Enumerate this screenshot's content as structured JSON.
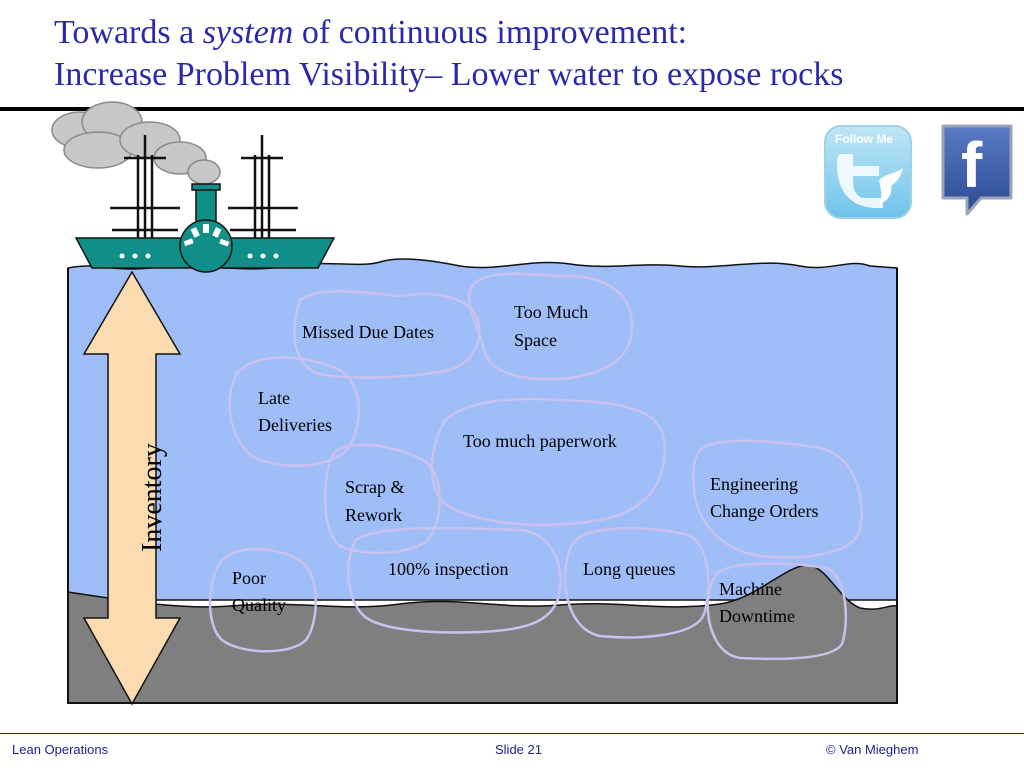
{
  "title": {
    "line1_pre": "Towards a ",
    "line1_em": "system",
    "line1_post": " of continuous improvement:",
    "line2": "Increase Problem Visibility– Lower water to expose rocks"
  },
  "diagram": {
    "inventory_label": "Inventory",
    "rocks": {
      "missed_due_dates": "Missed Due Dates",
      "too_much_space_1": "Too Much",
      "too_much_space_2": "Space",
      "late_deliveries_1": "Late",
      "late_deliveries_2": "Deliveries",
      "too_much_paperwork": "Too much paperwork",
      "scrap_rework_1": "Scrap &",
      "scrap_rework_2": "Rework",
      "engineering_1": "Engineering",
      "engineering_2": "Change Orders",
      "inspection": "100% inspection",
      "long_queues": "Long queues",
      "poor_quality_1": "Poor",
      "poor_quality_2": "Quality",
      "machine_downtime_1": "Machine",
      "machine_downtime_2": "Downtime"
    },
    "colors": {
      "water": "#9fbdf7",
      "ground": "#7f7f7f",
      "ship": "#0f8f88",
      "arrow": "#fbdcb0",
      "rock_outline": "#c9c2ee"
    }
  },
  "social": {
    "twitter_text": "Follow Me",
    "facebook_letter": "f"
  },
  "footer": {
    "left": "Lean Operations",
    "center": "Slide 21",
    "right": "© Van Mieghem"
  }
}
